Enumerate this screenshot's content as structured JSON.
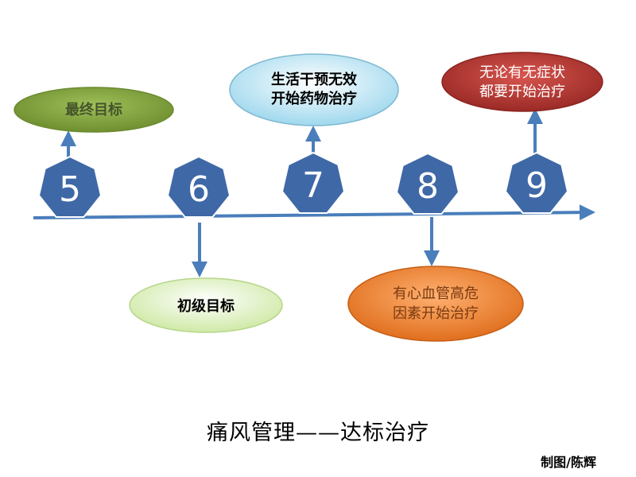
{
  "timeline": {
    "nodes": [
      "5",
      "6",
      "7",
      "8",
      "9"
    ],
    "colors": {
      "node": "#3f68a6",
      "node_stroke": "#ffffff",
      "axis": "#4a7ebb"
    }
  },
  "bubbles": {
    "final_goal": {
      "lines": [
        "最终目标"
      ],
      "color": "#7f9f3c",
      "text_color": "#44552a"
    },
    "lifestyle_ineffective": {
      "lines": [
        "生活干预无效",
        "开始药物治疗"
      ],
      "color": "#cfeefa",
      "text_color": "#000000"
    },
    "treat_regardless": {
      "lines": [
        "无论有无症状",
        "都要开始治疗"
      ],
      "color": "#b83632",
      "text_color": "#ffffff"
    },
    "primary_goal": {
      "lines": [
        "初级目标"
      ],
      "color": "#e3f4c4",
      "text_color": "#000000"
    },
    "cv_risk_factors": {
      "lines": [
        "有心血管高危",
        "因素开始治疗"
      ],
      "color": "#f08a3a",
      "text_color": "#7a3a10"
    }
  },
  "title": "痛风管理——达标治疗",
  "credit": "制图/陈辉"
}
